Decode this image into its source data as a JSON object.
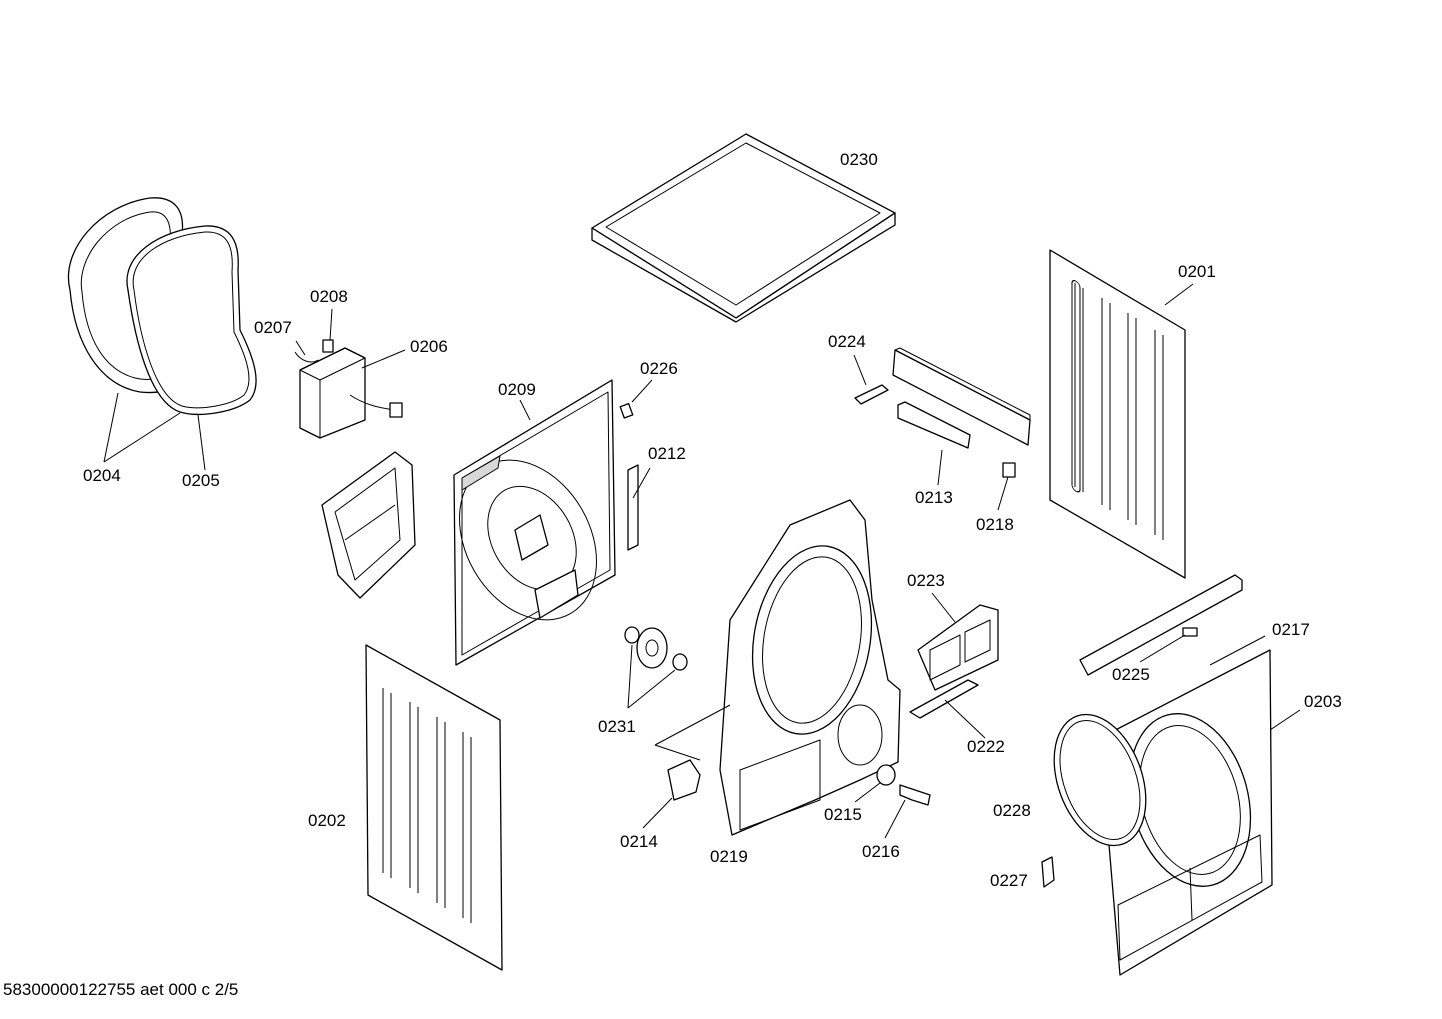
{
  "footer": {
    "text": "58300000122755 aet 000 c 2/5"
  },
  "labels": [
    "0230",
    "0201",
    "0208",
    "0207",
    "0206",
    "0204",
    "0205",
    "0209",
    "0226",
    "0212",
    "0224",
    "0213",
    "0218",
    "0223",
    "0217",
    "0225",
    "0203",
    "0231",
    "0222",
    "0202",
    "0214",
    "0219",
    "0215",
    "0216",
    "0228",
    "0227"
  ]
}
